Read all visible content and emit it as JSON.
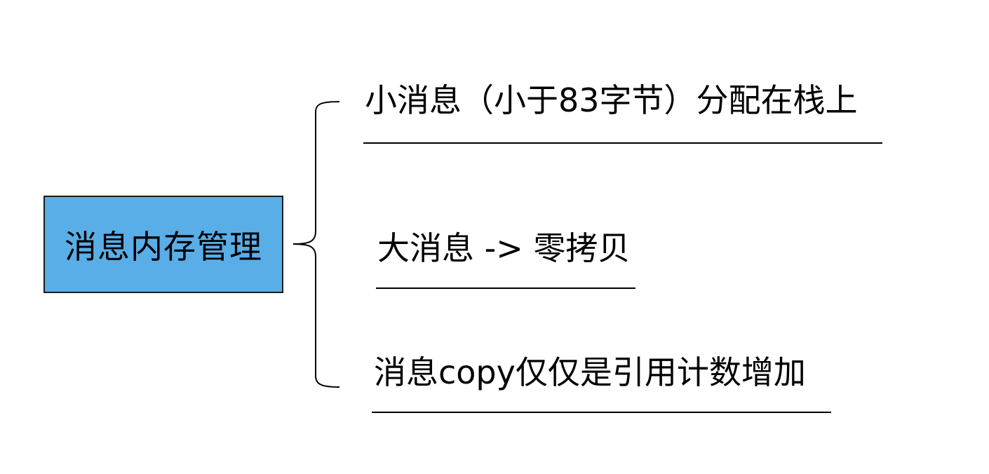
{
  "root": {
    "label": "消息内存管理"
  },
  "branches": [
    {
      "label": "小消息（小于83字节）分配在栈上"
    },
    {
      "label": "大消息 -> 零拷贝"
    },
    {
      "label": "消息copy仅仅是引用计数增加"
    }
  ],
  "colors": {
    "root_fill": "#5aaee8",
    "line": "#000000"
  }
}
